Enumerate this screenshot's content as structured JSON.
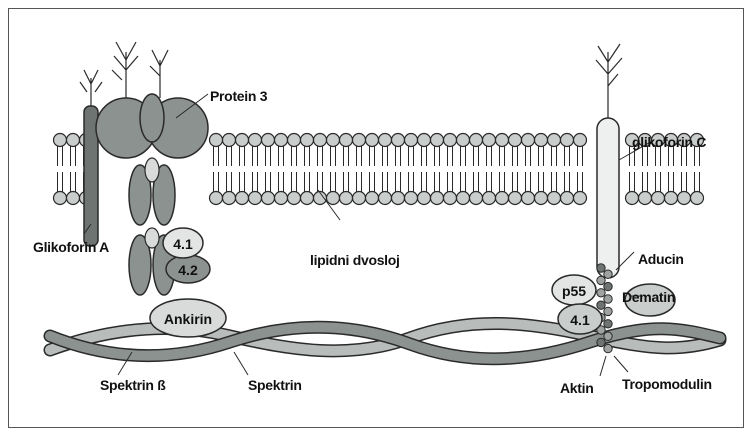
{
  "labels": {
    "protein3": "Protein 3",
    "glikoforin_c": "glikoforin C",
    "glikoforin_a": "Glikoforin A",
    "lipidni_dvosloj": "lipidni dvosloj",
    "aducin": "Aducin",
    "dematin": "Dematin",
    "spektrin_b": "Spektrin ß",
    "spektrin": "Spektrin",
    "aktin": "Aktin",
    "tropomodulin": "Tropomodulin"
  },
  "proteins": {
    "ankirin": "Ankirin",
    "band41_left": "4.1",
    "band42": "4.2",
    "p55": "p55",
    "band41_right": "4.1"
  },
  "colors": {
    "head_fill": "#c9cdcc",
    "protein_dark": "#6e7472",
    "protein_mid": "#8c9290",
    "protein_light": "#d8dbda",
    "outline": "#2a2a2a"
  }
}
